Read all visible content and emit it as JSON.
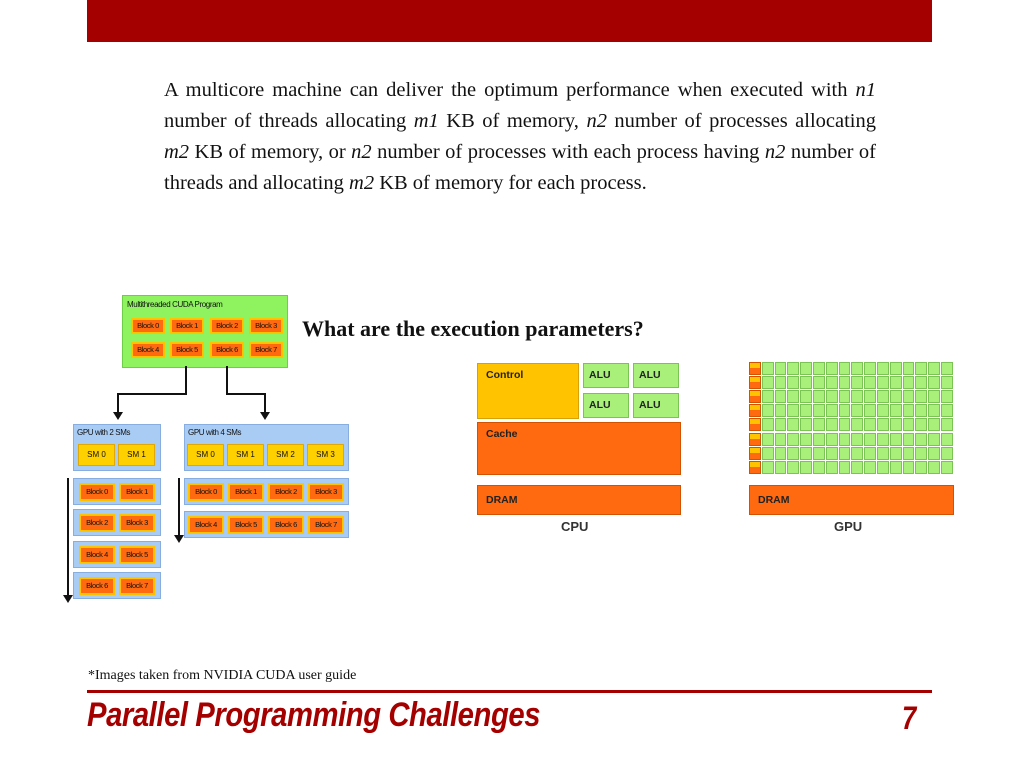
{
  "paragraph": {
    "p1": "A multicore machine can deliver the optimum performance when executed with ",
    "v1": "n1",
    "p2": " number of threads allocating ",
    "v2": "m1",
    "p3": " KB of memory, ",
    "v3": "n2",
    "p4": " number of processes allocating ",
    "v4": "m2",
    "p5": " KB of memory, or ",
    "v5": "n2",
    "p6": " number of processes with each process having ",
    "v6": "n2",
    "p7": " number of threads and allocating ",
    "v7": "m2",
    "p8": " KB of memory for each process."
  },
  "question": "What are the execution parameters?",
  "cuda_diagram": {
    "program_title": "Multithreaded CUDA Program",
    "program_blocks": [
      "Block 0",
      "Block 1",
      "Block 2",
      "Block 3",
      "Block 4",
      "Block 5",
      "Block 6",
      "Block 7"
    ],
    "gpu2": {
      "title": "GPU with 2 SMs",
      "sms": [
        "SM 0",
        "SM 1"
      ],
      "rows": [
        [
          "Block 0",
          "Block 1"
        ],
        [
          "Block 2",
          "Block 3"
        ],
        [
          "Block 4",
          "Block 5"
        ],
        [
          "Block 6",
          "Block 7"
        ]
      ]
    },
    "gpu4": {
      "title": "GPU with 4 SMs",
      "sms": [
        "SM 0",
        "SM 1",
        "SM 2",
        "SM 3"
      ],
      "rows": [
        [
          "Block 0",
          "Block 1",
          "Block 2",
          "Block 3"
        ],
        [
          "Block 4",
          "Block 5",
          "Block 6",
          "Block 7"
        ]
      ]
    }
  },
  "hw_diagram": {
    "cpu": {
      "control": "Control",
      "alus": [
        "ALU",
        "ALU",
        "ALU",
        "ALU"
      ],
      "cache": "Cache",
      "dram": "DRAM",
      "label": "CPU"
    },
    "gpu": {
      "dram": "DRAM",
      "label": "GPU"
    }
  },
  "footnote": "*Images taken from NVIDIA CUDA user guide",
  "footer": {
    "title": "Parallel Programming Challenges",
    "page": "7"
  },
  "colors": {
    "accent": "#a50000",
    "block": "#ff6a10",
    "block_border": "#ffc300",
    "program_bg": "#8ef35f",
    "gpu_bg": "#a9ccf5",
    "sm": "#ffd000",
    "alu": "#a9f07a"
  }
}
